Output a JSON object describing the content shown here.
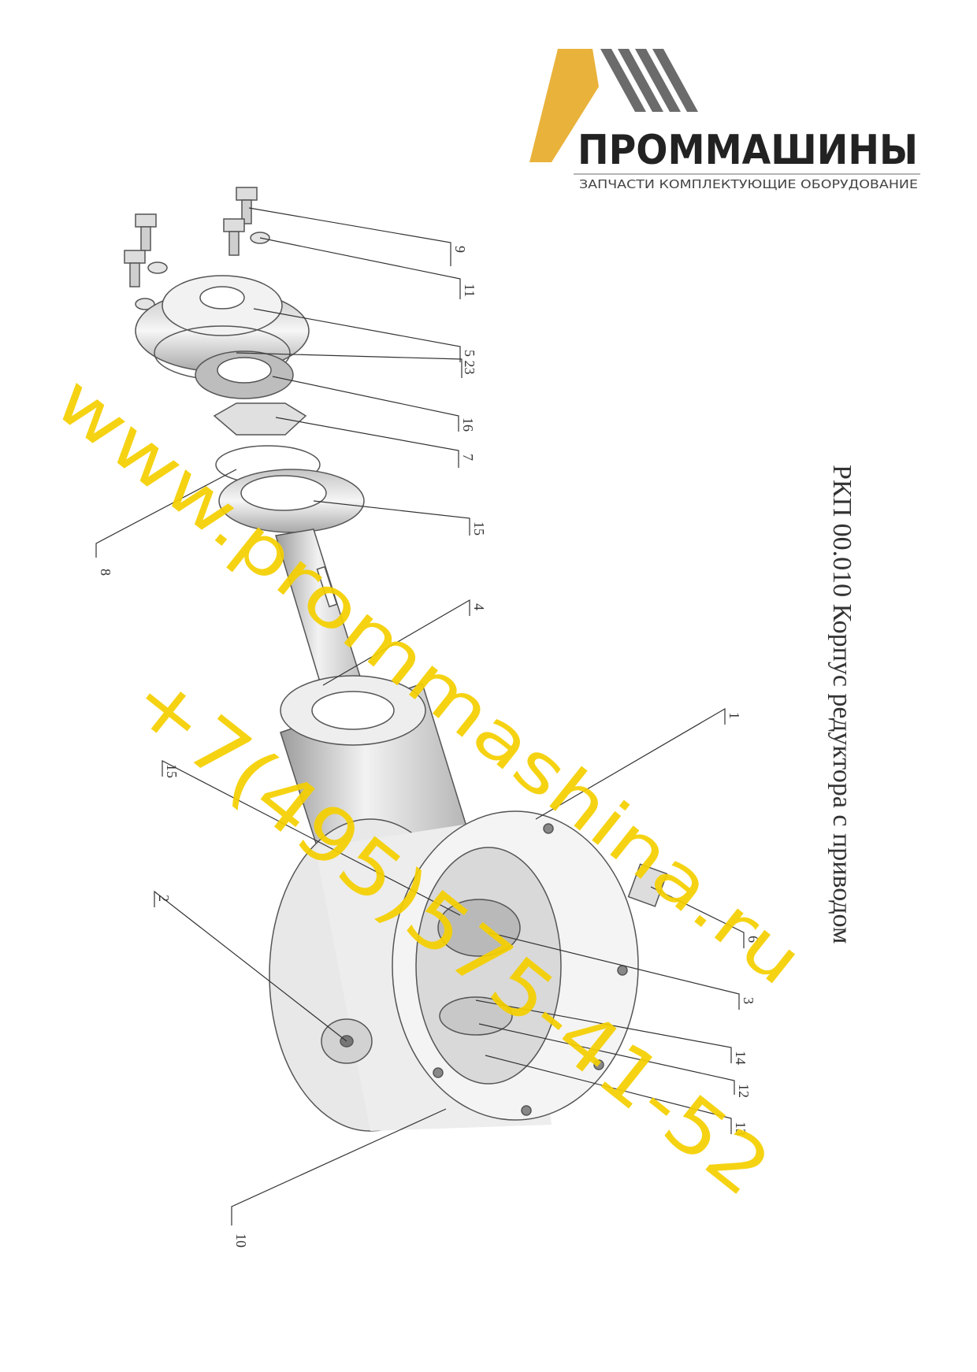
{
  "document": {
    "title": "РКП 00.010 Корпус редуктора с приводом"
  },
  "logo": {
    "name": "ПРОММАШИНЫ",
    "tagline": "ЗАПЧАСТИ  КОМПЛЕКТУЮЩИЕ  ОБОРУДОВАНИЕ",
    "colors": {
      "accent": "#e9b23a",
      "stripes": "#6b6b6b",
      "text": "#222222"
    }
  },
  "watermark": {
    "url": "www.prommashina.ru",
    "phone": "+7(495)575-41-52",
    "color": "#f5d000"
  },
  "callouts": {
    "c9": "9",
    "c11": "11",
    "c5_23": "5 23",
    "c16": "16",
    "c7": "7",
    "c15a": "15",
    "c8": "8",
    "c4": "4",
    "c1": "1",
    "c15b": "15",
    "c2": "2",
    "c6": "6",
    "c3": "3",
    "c14": "14",
    "c12": "12",
    "c13": "13",
    "c10": "10"
  }
}
